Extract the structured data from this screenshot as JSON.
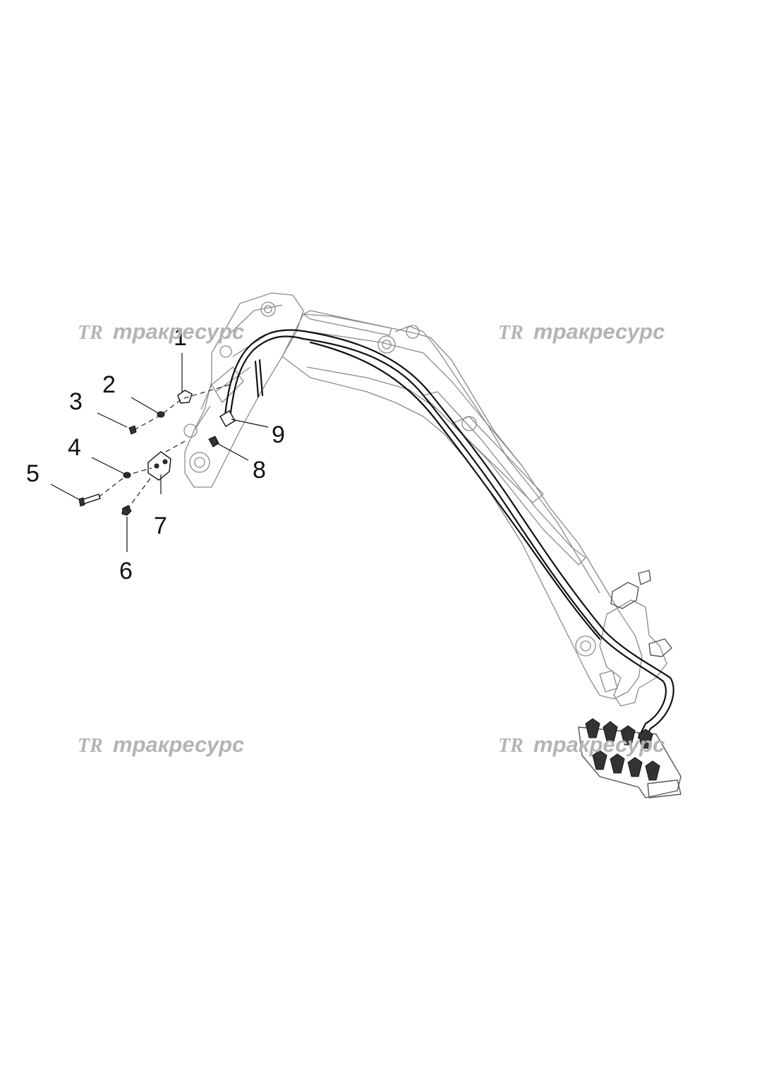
{
  "watermark": {
    "logo": "TR",
    "text": "тракресурс",
    "color": "#b4b4b4"
  },
  "callouts": [
    "1",
    "2",
    "3",
    "4",
    "5",
    "6",
    "7",
    "8",
    "9"
  ],
  "icons": {
    "logo": "tr-logo-icon"
  }
}
